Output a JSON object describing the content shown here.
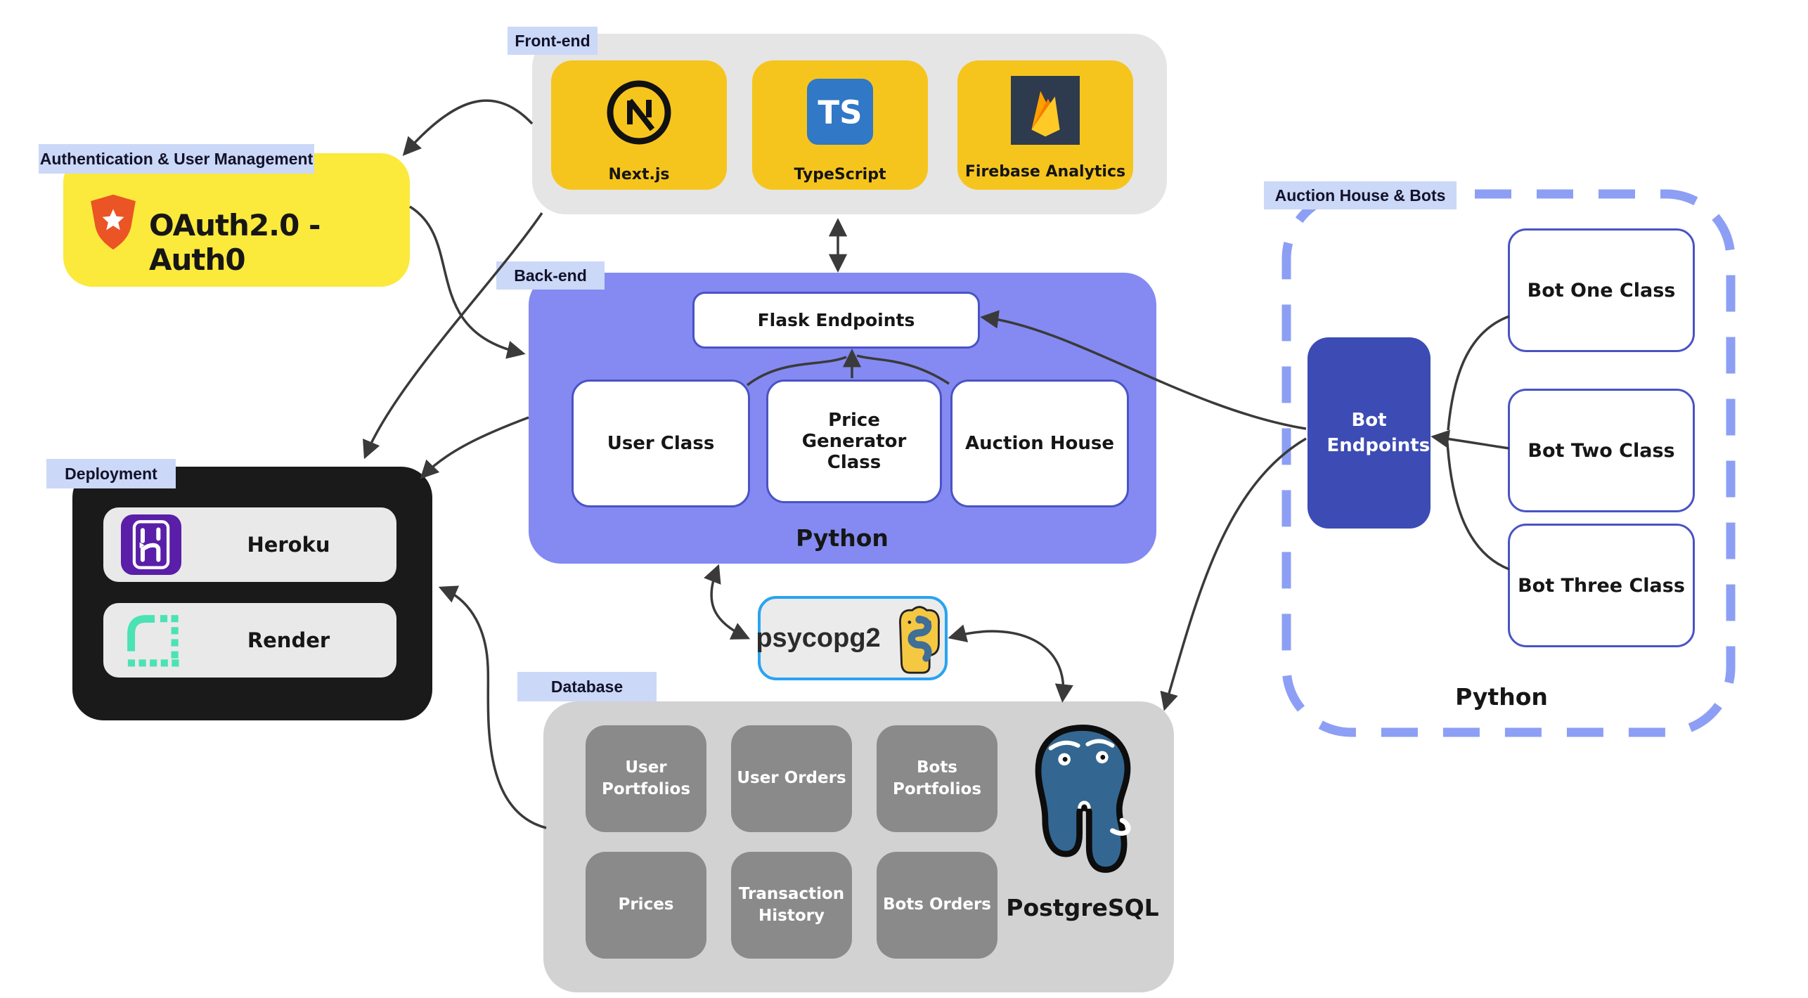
{
  "sections": {
    "frontend": {
      "tag": "Front-end",
      "cards": [
        {
          "label": "Next.js",
          "icon": "nextjs-icon"
        },
        {
          "label": "TypeScript",
          "icon": "typescript-icon"
        },
        {
          "label": "Firebase Analytics",
          "icon": "firebase-analytics-icon"
        }
      ]
    },
    "auth": {
      "tag": "Authentication & User Management",
      "label": "OAuth2.0 - Auth0",
      "icon": "auth0-shield-icon"
    },
    "backend": {
      "tag": "Back-end",
      "endpoint": "Flask Endpoints",
      "classes": [
        "User Class",
        "Price Generator Class",
        "Auction House"
      ],
      "language": "Python"
    },
    "bots": {
      "tag": "Auction House & Bots",
      "endpoint": "Bot Endpoints",
      "classes": [
        "Bot One Class",
        "Bot Two Class",
        "Bot Three Class"
      ],
      "language": "Python"
    },
    "deployment": {
      "tag": "Deployment",
      "platforms": [
        {
          "label": "Heroku",
          "icon": "heroku-icon"
        },
        {
          "label": "Render",
          "icon": "render-icon"
        }
      ]
    },
    "database": {
      "tag": "Database",
      "tables": [
        "User Portfolios",
        "User Orders",
        "Bots Portfolios",
        "Prices",
        "Transaction History",
        "Bots Orders"
      ],
      "engine": "PostgreSQL",
      "engine_icon": "postgresql-elephant-icon"
    },
    "adapter": {
      "label": "psycopg2",
      "icon": "psycopg2-elephant-icon"
    }
  },
  "colors": {
    "tag_bg": "#cbd8f8",
    "frontend_panel": "#e5e5e5",
    "card_yellow": "#f6c51d",
    "auth_yellow": "#fbe93c",
    "backend_purple": "#848af1",
    "node_border_blue": "#4a53c4",
    "bots_dashed_border": "#8d9ff4",
    "bot_endpoints_indigo": "#3d4bb5",
    "deployment_black": "#1a1a1a",
    "deployment_row_gray": "#e9e9e9",
    "database_panel": "#d2d2d2",
    "database_cell": "#8a8a8a",
    "psycopg2_border": "#29a3f1",
    "postgres_blue": "#336791",
    "heroku_purple": "#5a1ea8",
    "render_mint": "#4be2b4",
    "typescript_blue": "#3178c6",
    "firebase_navy": "#2e3a4d",
    "auth0_orange": "#eb5424",
    "arrow": "#3a3a3a"
  }
}
